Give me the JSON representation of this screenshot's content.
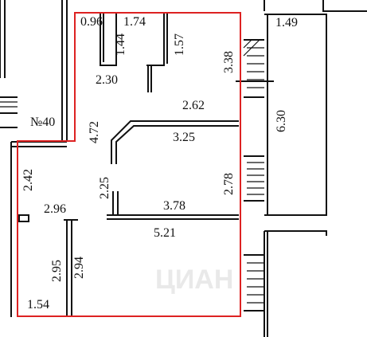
{
  "room_number": "№40",
  "watermark": "ЦИАН",
  "dimensions": {
    "d096": "0.96",
    "d174": "1.74",
    "d144": "1.44",
    "d157": "1.57",
    "d230": "2.30",
    "d338": "3.38",
    "d149": "1.49",
    "d262": "2.62",
    "d472": "4.72",
    "d325": "3.25",
    "d630": "6.30",
    "d242": "2.42",
    "d225": "2.25",
    "d278": "2.78",
    "d296": "2.96",
    "d378": "3.78",
    "d521": "5.21",
    "d295": "2.95",
    "d294": "2.94",
    "d154": "1.54"
  }
}
